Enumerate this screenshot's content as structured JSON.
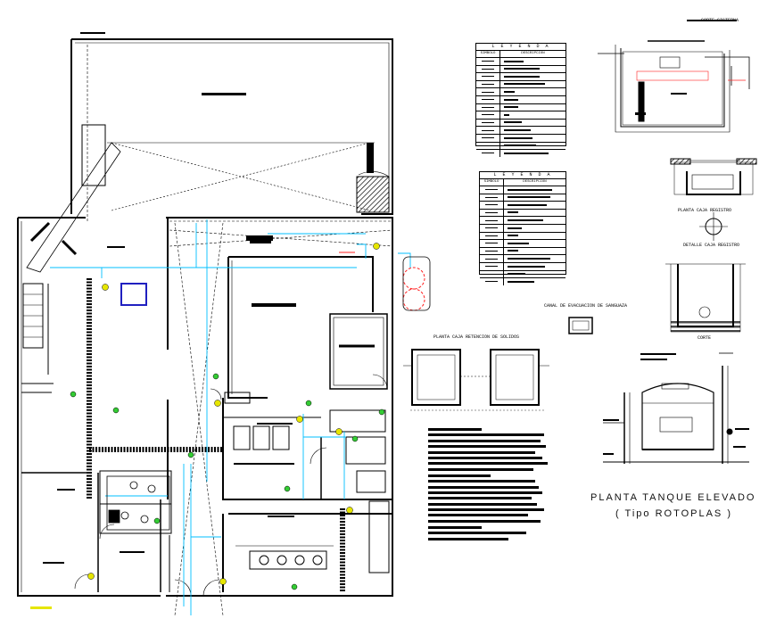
{
  "colors": {
    "wall": "#000000",
    "water_line": "#00bfff",
    "fixture_green": "#33cc33",
    "fixture_yellow": "#e6e600",
    "drain_red": "#ff2020",
    "blue_box": "#2020c0"
  },
  "legend_1": {
    "title": "L E Y E N D A",
    "col_symbol": "SIMBOLO",
    "col_desc": "DESCRIPCION"
  },
  "legend_2": {
    "title": "L E Y E N D A",
    "col_symbol": "SIMBOLO",
    "col_desc": "DESCRIPCION"
  },
  "labels": {
    "corte_cisterna": "CORTE CISTERNA",
    "canal_evacuacion": "CANAL DE EVACUACION DE SANGUAZA",
    "planta_caja_retencion": "PLANTA CAJA RETENCION DE SOLIDOS",
    "planta_caja_registro": "PLANTA CAJA REGISTRO",
    "detalle_caja_registro": "DETALLE CAJA REGISTRO",
    "corte": "CORTE",
    "tanque_title": "PLANTA  TANQUE ELEVADO",
    "tanque_subtitle": "( Tipo ROTOPLAS )"
  }
}
